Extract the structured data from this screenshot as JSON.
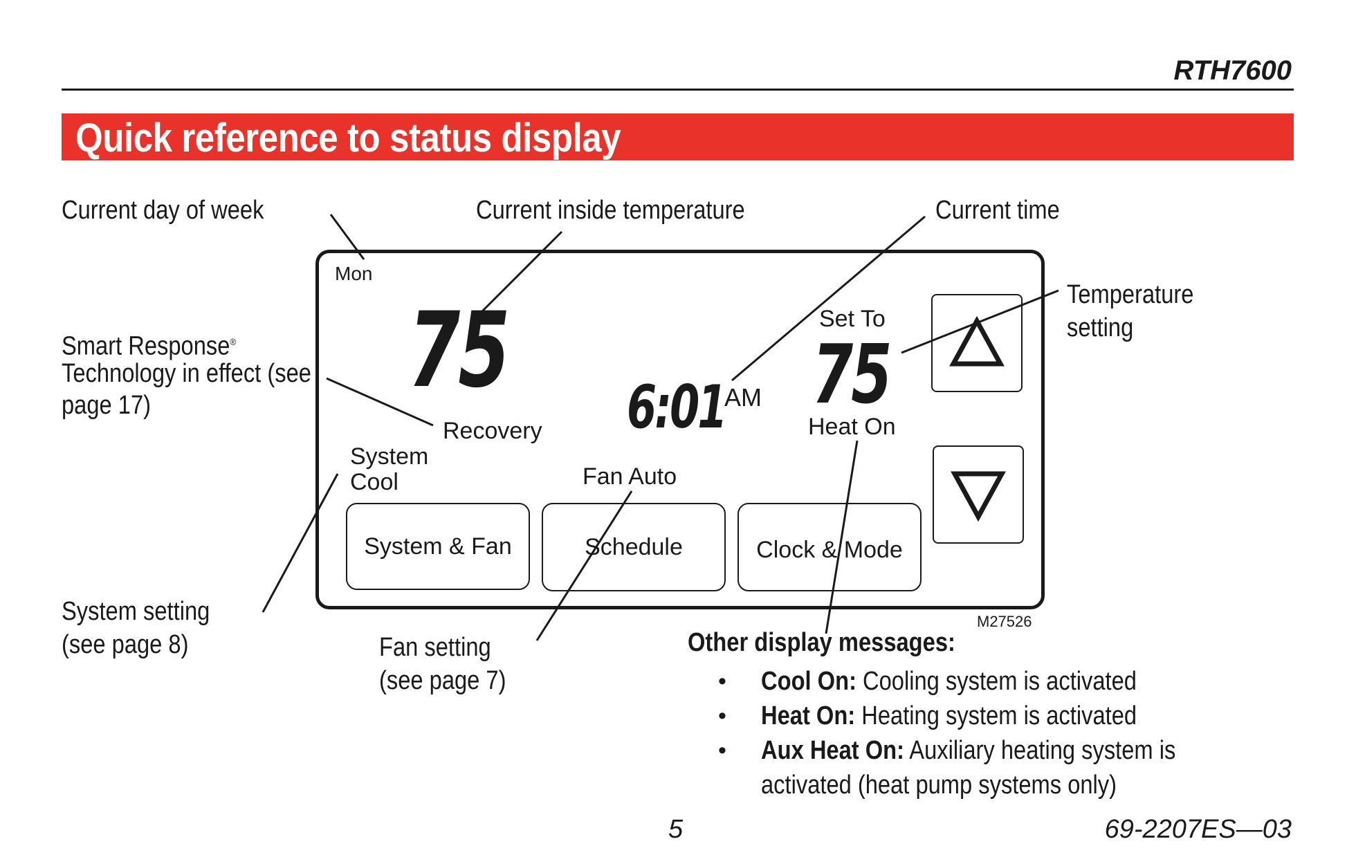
{
  "header": {
    "model": "RTH7600",
    "title": "Quick reference to status display"
  },
  "callouts": {
    "day": "Current day of week",
    "inside_temp": "Current inside temperature",
    "time": "Current time",
    "temp_setting_1": "Temperature",
    "temp_setting_2": "setting",
    "smart_1": "Smart Response",
    "smart_reg": "®",
    "smart_2": "Technology in effect (see",
    "smart_3": "page 17)",
    "system_1": "System setting",
    "system_2": "(see page 8)",
    "fan_1": "Fan setting",
    "fan_2": "(see page 7)"
  },
  "display": {
    "day": "Mon",
    "inside_temp": "75",
    "recovery": "Recovery",
    "time": "6:01",
    "ampm": "AM",
    "set_to": "Set To",
    "set_temp": "75",
    "heat_on": "Heat On",
    "system_1": "System",
    "system_2": "Cool",
    "fan_status": "Fan Auto",
    "buttons": {
      "system_fan": "System & Fan",
      "schedule": "Schedule",
      "clock_mode": "Clock & Mode"
    },
    "figure_id": "M27526",
    "icons": {
      "up": "up-triangle-icon",
      "down": "down-triangle-icon"
    }
  },
  "messages": {
    "title": "Other display messages:",
    "items": [
      {
        "key": "Cool On:",
        "text": " Cooling system is activated"
      },
      {
        "key": "Heat On:",
        "text": " Heating system is activated"
      },
      {
        "key": "Aux Heat On:",
        "text": " Auxiliary heating system is"
      }
    ],
    "continuation": "activated (heat pump systems only)",
    "bullet": "•"
  },
  "footer": {
    "page": "5",
    "doc_id": "69-2207ES—03"
  },
  "colors": {
    "banner": "#e8322a",
    "ink": "#1a1a1a"
  }
}
